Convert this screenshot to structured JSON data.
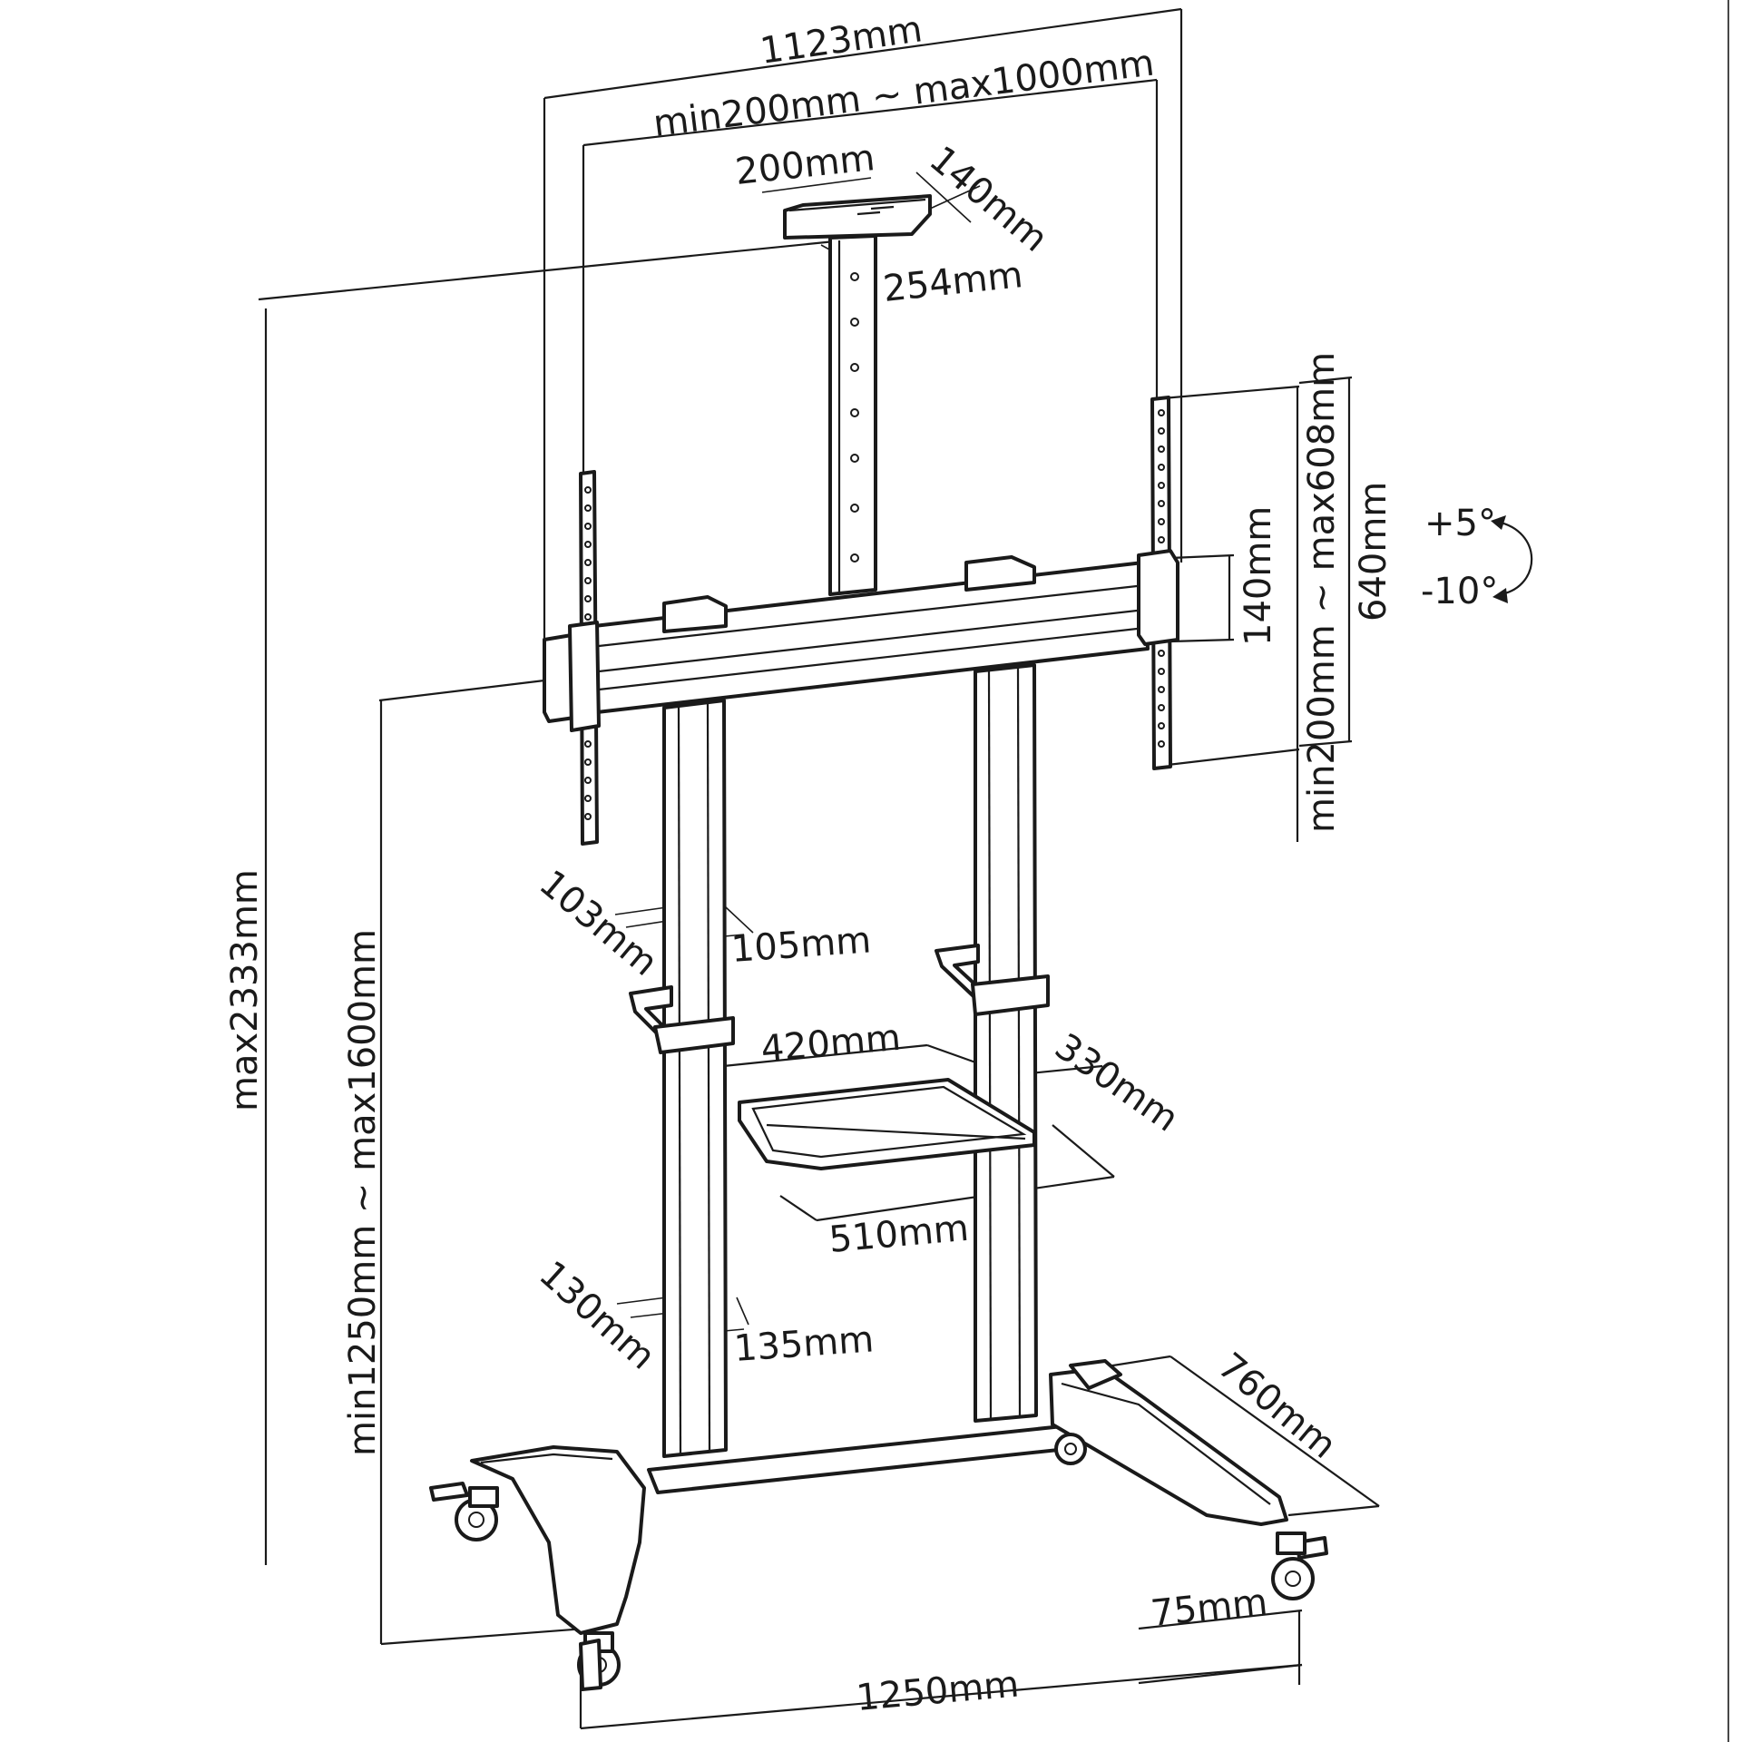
{
  "diagram": {
    "dimensions": {
      "overall_width": "1123mm",
      "vesa_width_range": "min200mm ~ max1000mm",
      "top_plate_width": "200mm",
      "top_plate_depth": "140mm",
      "top_plate_post": "254mm",
      "max_height": "max2333mm",
      "height_range": "min1250mm ~ max1600mm",
      "vesa_height_range": "min200mm ~ max608mm",
      "bracket_height": "640mm",
      "bar_height": "140mm",
      "tilt_up": "+5°",
      "tilt_down": "-10°",
      "upper_column_depth": "103mm",
      "upper_column_width": "105mm",
      "shelf_width": "420mm",
      "shelf_depth": "330mm",
      "shelf_length": "510mm",
      "lower_column_depth": "130mm",
      "lower_column_width": "135mm",
      "base_depth": "760mm",
      "caster_height": "75mm",
      "base_width": "1250mm"
    }
  }
}
